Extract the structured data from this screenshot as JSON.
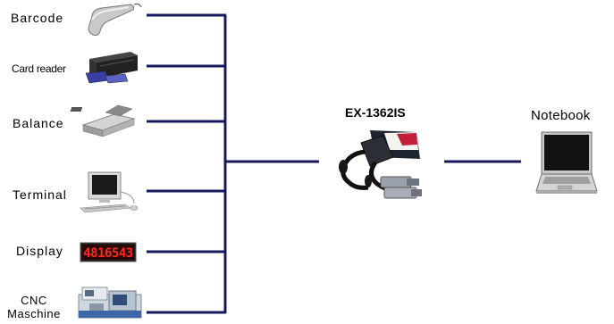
{
  "devices": [
    {
      "key": "barcode",
      "label": "Barcode",
      "icon": "barcode-scanner-icon"
    },
    {
      "key": "card-reader",
      "label": "Card reader",
      "icon": "card-reader-icon"
    },
    {
      "key": "balance",
      "label": "Balance",
      "icon": "balance-scale-icon"
    },
    {
      "key": "terminal",
      "label": "Terminal",
      "icon": "terminal-icon"
    },
    {
      "key": "display",
      "label": "Display",
      "icon": "led-display-icon"
    },
    {
      "key": "cnc",
      "label_line1": "CNC",
      "label_line2": "Maschine",
      "icon": "cnc-machine-icon"
    }
  ],
  "display_readout": "4816543",
  "product": {
    "label": "EX-1362IS",
    "icon": "pcmcia-serial-card-icon"
  },
  "target": {
    "label": "Notebook",
    "icon": "notebook-icon"
  },
  "colors": {
    "connector": "#17185c",
    "display_led": "#ff2a1a",
    "card_accent": "#c0203a"
  }
}
